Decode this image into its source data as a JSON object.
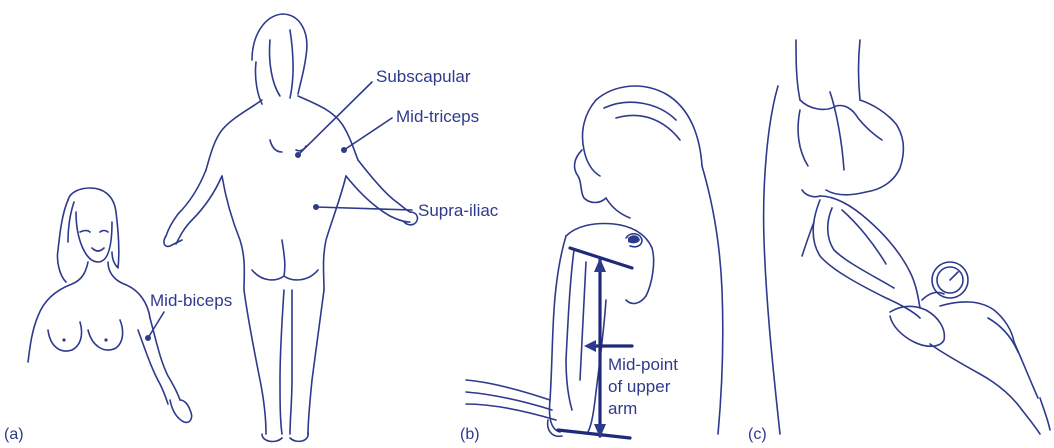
{
  "panels": {
    "a": {
      "panel_label": "(a)",
      "sites": {
        "subscapular": "Subscapular",
        "mid_triceps": "Mid-triceps",
        "supra_iliac": "Supra-iliac",
        "mid_biceps": "Mid-biceps"
      }
    },
    "b": {
      "panel_label": "(b)",
      "annotation_lines": [
        "Mid-point",
        "of upper",
        "arm"
      ]
    },
    "c": {
      "panel_label": "(c)"
    }
  },
  "colors": {
    "ink": "#2e3a8c",
    "background": "#ffffff"
  }
}
